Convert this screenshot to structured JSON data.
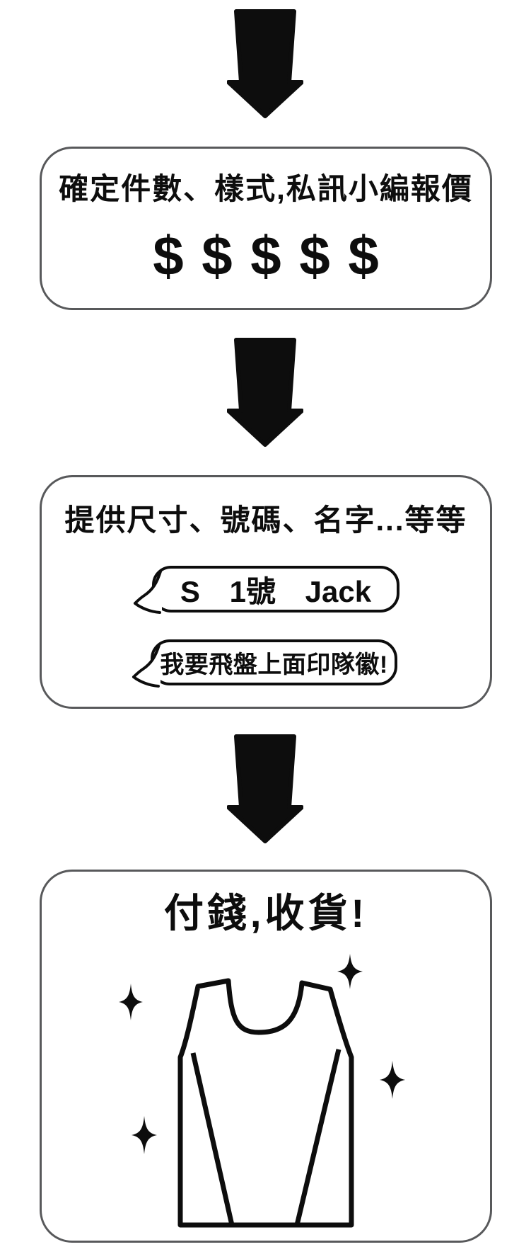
{
  "steps": [
    {
      "title": "確定件數、樣式,私訊小編報價",
      "price": "$ $ $ $ $"
    },
    {
      "title": "提供尺寸、號碼、名字...等等",
      "bubbles": [
        "S 1號 Jack",
        "我要飛盤上面印隊徽!"
      ]
    },
    {
      "title": "付錢,收貨!"
    }
  ],
  "icons": {
    "arrow": "down-arrow-icon",
    "sparkle": "sparkle-icon",
    "jersey": "tank-top-jersey-icon",
    "bubble_tail": "speech-tail-icon"
  },
  "colors": {
    "background": "#ffffff",
    "box_border": "#58595b",
    "ink": "#0d0d0d"
  }
}
